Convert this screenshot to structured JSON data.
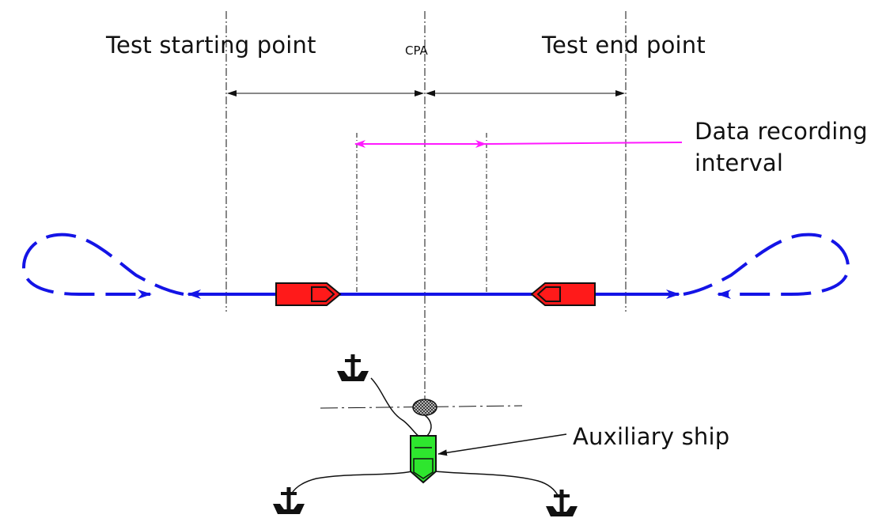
{
  "labels": {
    "test_start": "Test starting point",
    "test_end": "Test end point",
    "cpa": "CPA",
    "data_recording_line1": "Data recording",
    "data_recording_line2": "interval",
    "auxiliary_ship": "Auxiliary ship"
  },
  "colors": {
    "track": "#1414e6",
    "test_ship": "#ff1a1a",
    "auxiliary_ship": "#2ee62e",
    "recording_interval": "#ff1aff",
    "line": "#111111"
  },
  "icons": [
    "anchor-icon",
    "buoy-icon",
    "arrow-icon"
  ]
}
